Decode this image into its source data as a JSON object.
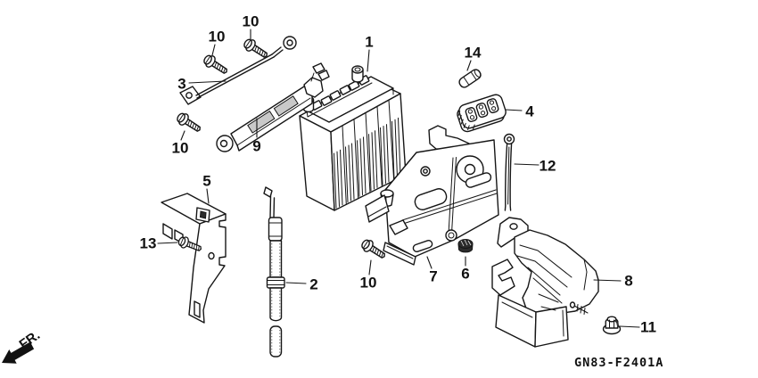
{
  "diagram": {
    "code": "GN83-F2401A",
    "front_marker": "FR.",
    "callouts": {
      "c1": "1",
      "c2": "2",
      "c3": "3",
      "c4": "4",
      "c5": "5",
      "c6": "6",
      "c7": "7",
      "c8": "8",
      "c9": "9",
      "c10a": "10",
      "c10b": "10",
      "c10c": "10",
      "c10d": "10",
      "c11": "11",
      "c12": "12",
      "c13": "13",
      "c14": "14"
    }
  }
}
